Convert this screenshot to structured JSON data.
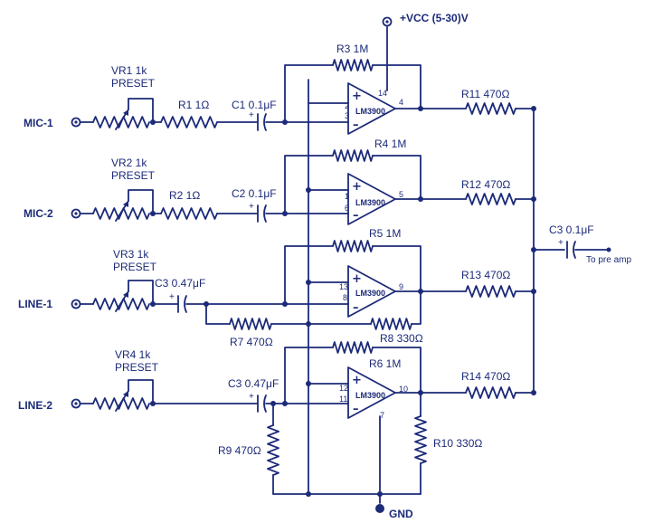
{
  "supply": "+VCC (5-30)V",
  "ground": "GND",
  "output_label": "To pre amp",
  "coupling_out": "C3 0.1μF",
  "inputs": [
    {
      "name": "MIC-1",
      "preset_line1": "VR1 1k",
      "preset_line2": "PRESET",
      "series": "R1 1Ω",
      "cap": "C1 0.1μF",
      "feedback": "R3 1M",
      "mix": "R11 470Ω",
      "chip": "LM3900",
      "pin_plus": "2",
      "pin_minus": "3",
      "pin_out": "4",
      "pin_vcc": "14"
    },
    {
      "name": "MIC-2",
      "preset_line1": "VR2 1k",
      "preset_line2": "PRESET",
      "series": "R2 1Ω",
      "cap": "C2 0.1μF",
      "feedback": "R4 1M",
      "mix": "R12 470Ω",
      "chip": "LM3900",
      "pin_plus": "1",
      "pin_minus": "6",
      "pin_out": "5"
    },
    {
      "name": "LINE-1",
      "preset_line1": "VR3 1k",
      "preset_line2": "PRESET",
      "cap": "C3 0.47μF",
      "feedback": "R5 1M",
      "mix": "R13 470Ω",
      "chip": "LM3900",
      "pin_plus": "13",
      "pin_minus": "8",
      "pin_out": "9",
      "r_a": "R7 470Ω",
      "r_b": "R8 330Ω"
    },
    {
      "name": "LINE-2",
      "preset_line1": "VR4 1k",
      "preset_line2": "PRESET",
      "cap": "C3 0.47μF",
      "feedback": "R6 1M",
      "mix": "R14 470Ω",
      "chip": "LM3900",
      "pin_plus": "12",
      "pin_minus": "11",
      "pin_out": "10",
      "pin_gnd": "7",
      "r_bias": "R9 470Ω",
      "r_out": "R10 330Ω"
    }
  ]
}
